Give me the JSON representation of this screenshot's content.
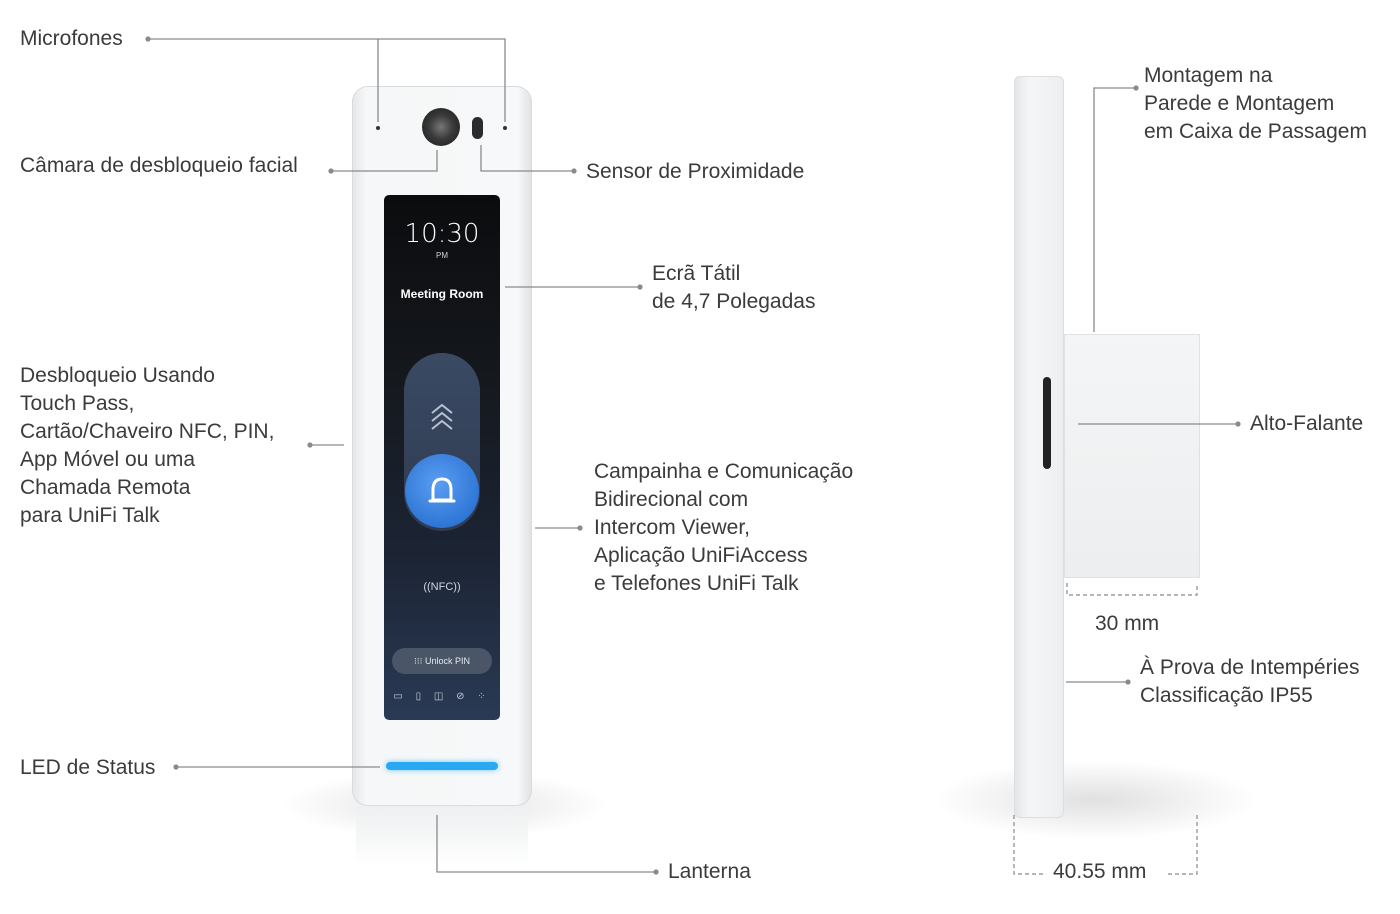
{
  "front": {
    "labels": {
      "microphones": "Microfones",
      "face_camera": "Câmara de desbloqueio facial",
      "proximity_sensor": "Sensor de Proximidade",
      "touchscreen_line1": "Ecrã Tátil",
      "touchscreen_line2": "de 4,7 Polegadas",
      "unlock_methods": [
        "Desbloqueio Usando",
        "Touch Pass,",
        "Cartão/Chaveiro NFC, PIN,",
        "App Móvel ou uma",
        "Chamada Remota",
        "para UniFi Talk"
      ],
      "doorbell": [
        "Campainha e Comunicação",
        "Bidirecional com",
        "Intercom Viewer,",
        "Aplicação UniFiAccess",
        "e Telefones UniFi Talk"
      ],
      "status_led": "LED de Status",
      "flashlight": "Lanterna"
    },
    "screen": {
      "time": "10:30",
      "ampm": "PM",
      "room": "Meeting Room",
      "nfc": "((NFC))",
      "unlock_pin": "Unlock PIN",
      "chevrons": "︿",
      "bottom_icons": "▭ ▯ ◫ ⊘ ⁘"
    }
  },
  "side": {
    "labels": {
      "mounting": [
        "Montagem na",
        "Parede e Montagem",
        "em Caixa de Passagem"
      ],
      "speaker": "Alto-Falante",
      "depth": "30 mm",
      "weatherproof": [
        "À Prova de Intempéries",
        "Classificação IP55"
      ],
      "width": "40.55 mm"
    }
  },
  "colors": {
    "led": "#2aa8f2",
    "bell_button": "#2f77d6",
    "leader_lines": "#8a8a8a"
  }
}
